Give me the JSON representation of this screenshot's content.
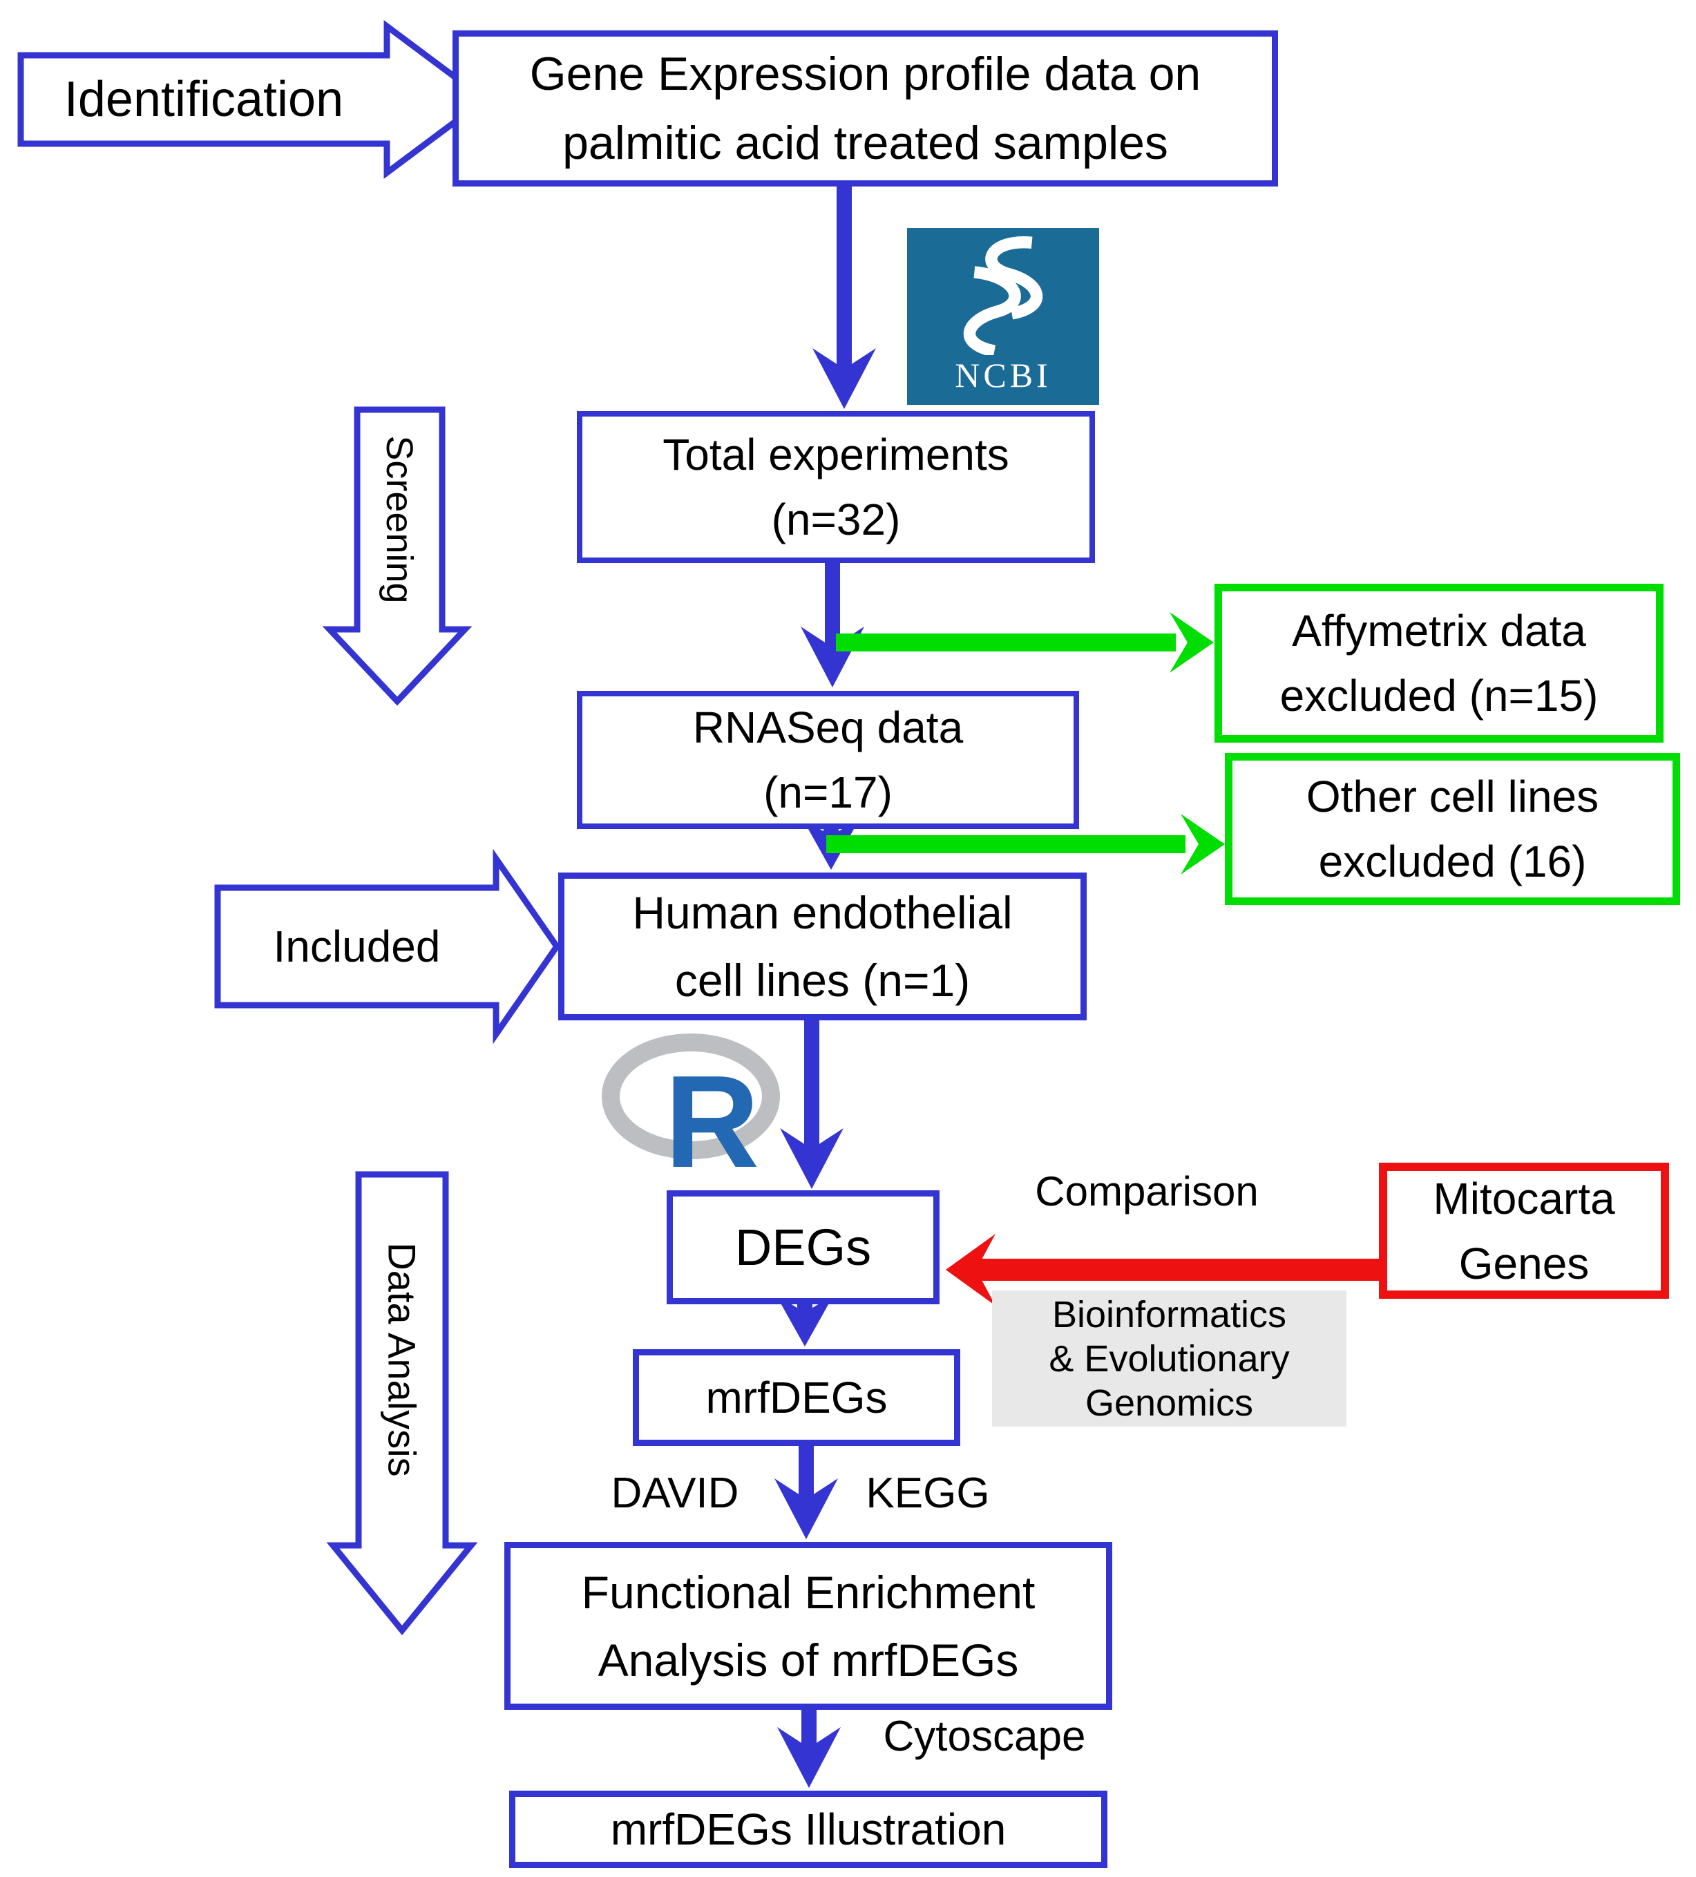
{
  "title": "Study workflow flowchart",
  "stages": {
    "identification_label": "Identification",
    "screening_label": "Screening",
    "included_label": "Included",
    "data_analysis_label": "Data Analysis"
  },
  "nodes": {
    "gene_expression": {
      "line1": "Gene Expression profile data on",
      "line2": "palmitic acid treated samples"
    },
    "total_experiments": {
      "line1": "Total experiments",
      "line2": "(n=32)"
    },
    "affymetrix_excluded": {
      "line1": "Affymetrix data",
      "line2": "excluded (n=15)"
    },
    "rnaseq": {
      "line1": "RNASeq data",
      "line2": "(n=17)"
    },
    "other_cell_lines_excluded": {
      "line1": "Other cell lines",
      "line2": "excluded (16)"
    },
    "human_endothelial": {
      "line1": "Human endothelial",
      "line2": "cell lines (n=1)"
    },
    "degs": {
      "label": "DEGs"
    },
    "mitocarta": {
      "line1": "Mitocarta",
      "line2": "Genes"
    },
    "mrfdegs": {
      "label": "mrfDEGs"
    },
    "functional_enrichment": {
      "line1": "Functional Enrichment",
      "line2": "Analysis of mrfDEGs"
    },
    "mrfdegs_illustration": {
      "label": "mrfDEGs Illustration"
    }
  },
  "annotations": {
    "comparison": "Comparison",
    "bioinformatics_tool": {
      "line1": "Bioinformatics",
      "line2": "& Evolutionary",
      "line3": "Genomics"
    },
    "david": "DAVID",
    "kegg": "KEGG",
    "cytoscape": "Cytoscape"
  },
  "logos": {
    "ncbi": {
      "label": "NCBI"
    },
    "r": {
      "label": "R"
    }
  },
  "colors": {
    "flow_blue": "#3434d2",
    "exclusion_green": "#00dd00",
    "comparison_red": "#ee1111",
    "ncbi_teal": "#1a6b96",
    "r_blue": "#2268b2",
    "r_gray": "#bdbec1",
    "tool_gray_box": "#e8e8e8",
    "text": "#000000"
  }
}
